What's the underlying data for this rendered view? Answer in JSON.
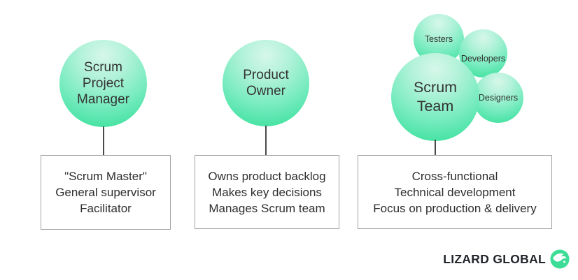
{
  "palette": {
    "bubble_light": "#d6f7e9",
    "bubble_dark": "#38da97",
    "text_dark": "#333333",
    "box_border": "#a3a3a3",
    "connector": "#4a4a4a",
    "logo_green": "#3ddc97",
    "logo_text_color": "#22252b"
  },
  "roles": [
    {
      "title_lines": [
        "Scrum",
        "Project",
        "Manager"
      ],
      "description_lines": [
        "\"Scrum Master\"",
        "General supervisor",
        "Facilitator"
      ]
    },
    {
      "title_lines": [
        "Product",
        "Owner"
      ],
      "description_lines": [
        "Owns product backlog",
        "Makes key decisions",
        "Manages Scrum team"
      ]
    },
    {
      "title_lines": [
        "Scrum",
        "Team"
      ],
      "description_lines": [
        "Cross-functional",
        "Technical development",
        "Focus on production & delivery"
      ],
      "sub_teams": [
        "Testers",
        "Developers",
        "Designers"
      ]
    }
  ],
  "logo": {
    "text": "LIZARD GLOBAL"
  }
}
